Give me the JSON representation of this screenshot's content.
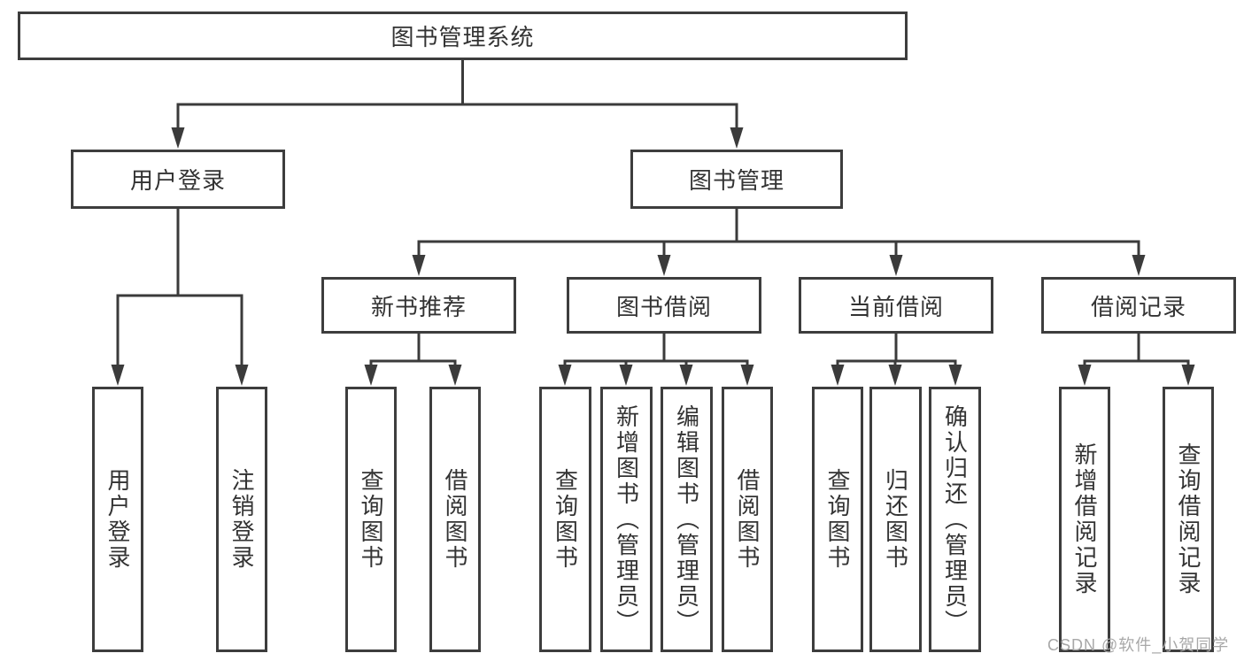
{
  "diagram": {
    "root": {
      "label": "图书管理系统"
    },
    "level1": [
      {
        "label": "用户登录",
        "children": [
          {
            "label": "用户登录"
          },
          {
            "label": "注销登录"
          }
        ]
      },
      {
        "label": "图书管理",
        "children": [
          {
            "label": "新书推荐",
            "children": [
              {
                "label": "查询图书"
              },
              {
                "label": "借阅图书"
              }
            ]
          },
          {
            "label": "图书借阅",
            "children": [
              {
                "label": "查询图书"
              },
              {
                "label": "新增图书（管理员）"
              },
              {
                "label": "编辑图书（管理员）"
              },
              {
                "label": "借阅图书"
              }
            ]
          },
          {
            "label": "当前借阅",
            "children": [
              {
                "label": "查询图书"
              },
              {
                "label": "归还图书"
              },
              {
                "label": "确认归还（管理员）"
              }
            ]
          },
          {
            "label": "借阅记录",
            "children": [
              {
                "label": "新增借阅记录"
              },
              {
                "label": "查询借阅记录"
              }
            ]
          }
        ]
      }
    ]
  },
  "watermark": {
    "label": "CSDN @软件_小贺同学"
  },
  "colors": {
    "line": "#3b3b3b",
    "border": "#3d3d3d",
    "text": "#333333",
    "watermark": "#a8a8a8",
    "background": "#ffffff"
  }
}
